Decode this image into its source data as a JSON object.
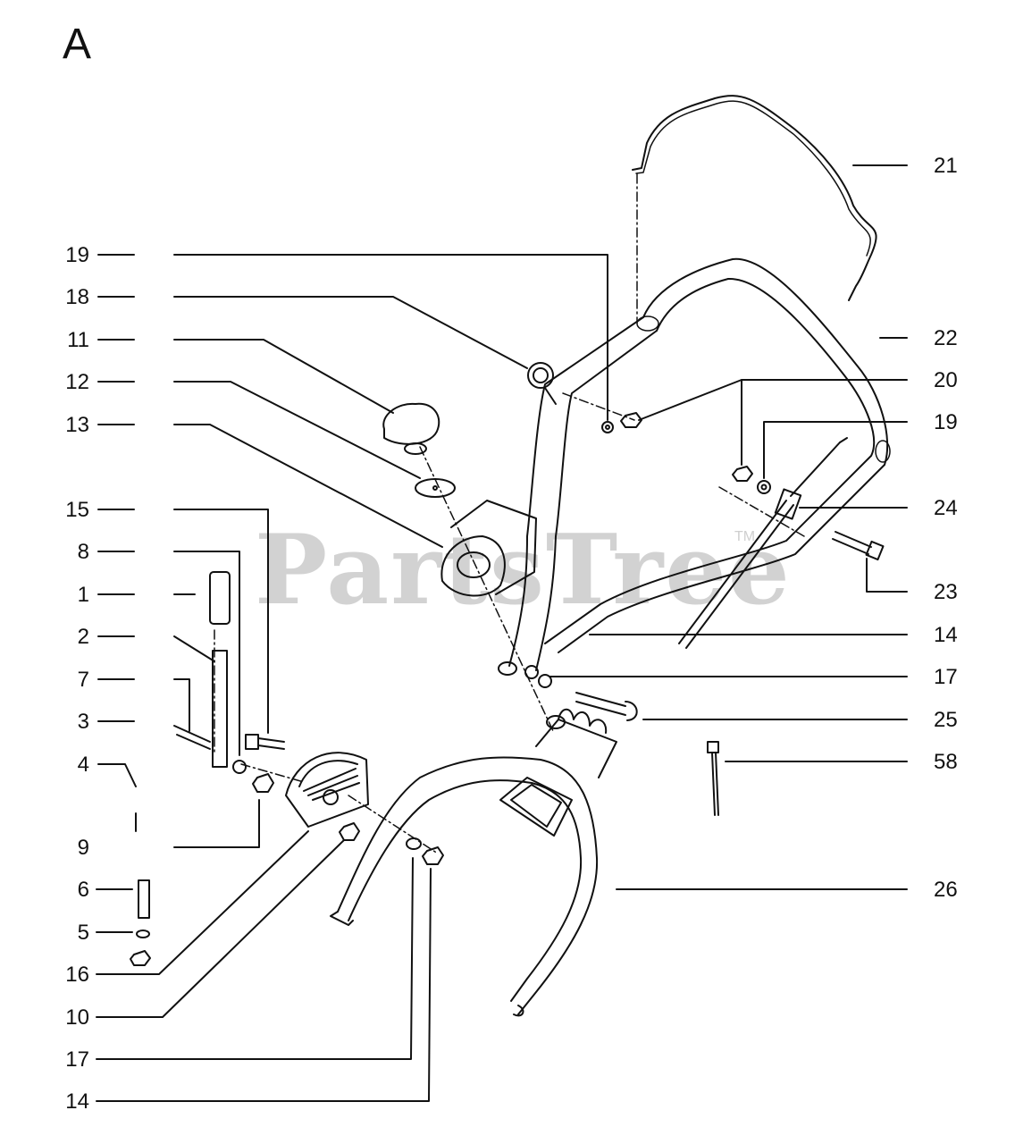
{
  "section_letter": "A",
  "watermark": {
    "text": "PartsTree",
    "tm": "TM"
  },
  "colors": {
    "ink": "#111111",
    "watermark": "#d2d2d2",
    "background": "#ffffff"
  },
  "callouts_left": [
    "19",
    "18",
    "11",
    "12",
    "13",
    "15",
    "8",
    "1",
    "2",
    "7",
    "3",
    "4",
    "9",
    "6",
    "5",
    "16",
    "10",
    "17",
    "14"
  ],
  "callouts_right": [
    "21",
    "22",
    "20",
    "19",
    "24",
    "23",
    "14",
    "17",
    "25",
    "58",
    "26"
  ]
}
